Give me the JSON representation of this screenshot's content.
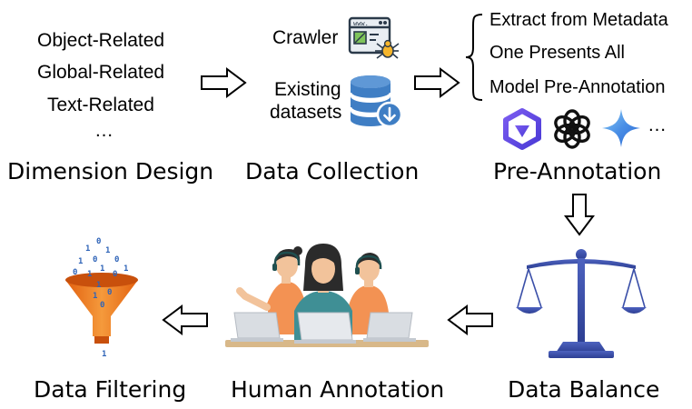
{
  "dimension_design": {
    "items": [
      "Object-Related",
      "Global-Related",
      "Text-Related",
      "…"
    ],
    "title": "Dimension Design"
  },
  "data_collection": {
    "crawler_label": "Crawler",
    "existing_label_1": "Existing",
    "existing_label_2": "datasets",
    "title": "Data Collection"
  },
  "pre_annotation": {
    "methods": [
      "Extract from Metadata",
      "One Presents All",
      "Model Pre-Annotation"
    ],
    "more": "…",
    "title": "Pre-Annotation"
  },
  "data_balance": {
    "title": "Data Balance"
  },
  "human_annotation": {
    "title": "Human Annotation"
  },
  "data_filtering": {
    "title": "Data Filtering",
    "bits": [
      "0",
      "1",
      "1",
      "0",
      "1",
      "0",
      "1",
      "0",
      "1",
      "1",
      "0",
      "1",
      "0",
      "1",
      "0",
      "1"
    ]
  },
  "colors": {
    "arrow_stroke": "#000000",
    "database_blue": "#3f7ec4",
    "funnel_orange": "#f0781e",
    "bits_blue": "#2f64b8",
    "scale_blue": "#3a4fa8",
    "skin": "#f2c39b",
    "shirt_orange": "#f39253",
    "shirt_teal": "#3f8f95",
    "laptop_gray": "#d9dde2",
    "desk_wood": "#d8b889",
    "headset_green": "#1f4f4f"
  },
  "icons": [
    "browser-spider-icon",
    "database-download-icon",
    "qwen-logo-icon",
    "openai-logo-icon",
    "gemini-logo-icon",
    "scale-icon",
    "funnel-icon",
    "annotators-icon"
  ]
}
